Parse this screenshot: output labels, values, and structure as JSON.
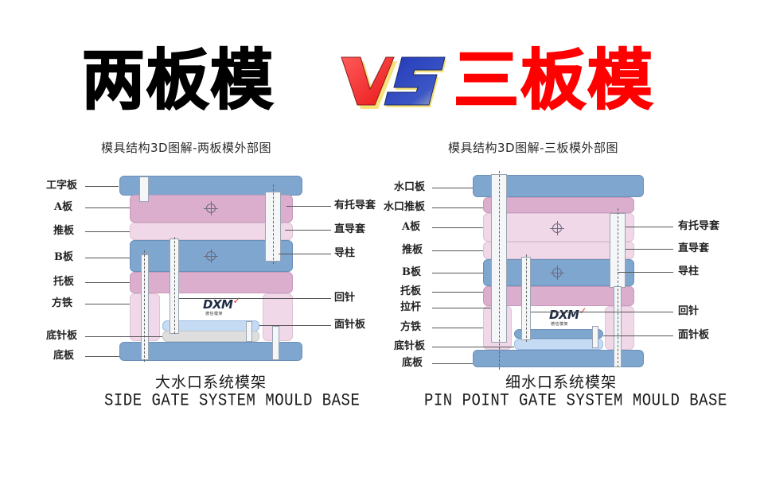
{
  "headline": {
    "left": "两板模",
    "vs": "VS",
    "right": "三板模",
    "colors": {
      "left": "#000000",
      "right": "#ff0000",
      "v": "#ff3b3b",
      "s": "#2a46b8",
      "outline": "#f7e27a"
    }
  },
  "two_plate": {
    "title": "模具结构3D图解-两板模外部图",
    "caption_cn": "大水口系统模架",
    "caption_en": "SIDE GATE SYSTEM MOULD BASE",
    "logo": "DXM",
    "logo_sub": "德信模架",
    "left_labels": [
      "工字板",
      "A板",
      "推板",
      "B板",
      "托板",
      "方铁",
      "底针板",
      "底板"
    ],
    "right_labels": [
      "有托导套",
      "直导套",
      "导柱",
      "回针",
      "面针板"
    ]
  },
  "three_plate": {
    "title": "模具结构3D图解-三板模外部图",
    "caption_cn": "细水口系统模架",
    "caption_en": "PIN POINT GATE SYSTEM MOULD BASE",
    "logo": "DXM",
    "logo_sub": "德信模架",
    "left_labels": [
      "水口板",
      "水口推板",
      "A板",
      "推板",
      "B板",
      "托板",
      "拉杆",
      "方铁",
      "底针板",
      "底板"
    ],
    "right_labels": [
      "有托导套",
      "直导套",
      "导柱",
      "回针",
      "面针板"
    ]
  },
  "colors": {
    "plate_blue": "#7fa6cf",
    "plate_pink": "#dcaecd",
    "plate_lightpink": "#f0d8e8",
    "ejector_blue": "#c5dbf3",
    "ejector_grey": "#dedede"
  }
}
